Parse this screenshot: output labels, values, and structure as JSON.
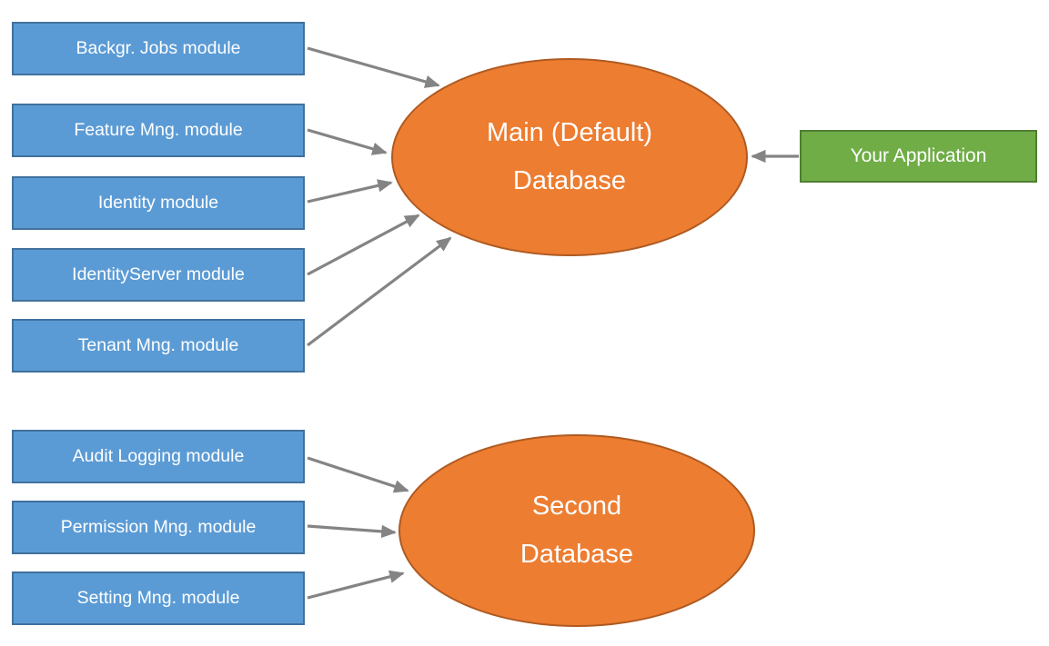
{
  "diagram": {
    "main_database": {
      "line1": "Main (Default)",
      "line2": "Database"
    },
    "second_database": {
      "line1": "Second",
      "line2": "Database"
    },
    "application": {
      "label": "Your Application"
    },
    "main_modules": [
      {
        "label": "Backgr. Jobs module"
      },
      {
        "label": "Feature Mng. module"
      },
      {
        "label": "Identity module"
      },
      {
        "label": "IdentityServer module"
      },
      {
        "label": "Tenant Mng. module"
      }
    ],
    "second_modules": [
      {
        "label": "Audit Logging module"
      },
      {
        "label": "Permission Mng. module"
      },
      {
        "label": "Setting Mng. module"
      }
    ],
    "connections": [
      {
        "from": "Backgr. Jobs module",
        "to": "Main (Default) Database"
      },
      {
        "from": "Feature Mng. module",
        "to": "Main (Default) Database"
      },
      {
        "from": "Identity module",
        "to": "Main (Default) Database"
      },
      {
        "from": "IdentityServer module",
        "to": "Main (Default) Database"
      },
      {
        "from": "Tenant Mng. module",
        "to": "Main (Default) Database"
      },
      {
        "from": "Your Application",
        "to": "Main (Default) Database"
      },
      {
        "from": "Audit Logging module",
        "to": "Second Database"
      },
      {
        "from": "Permission Mng. module",
        "to": "Second Database"
      },
      {
        "from": "Setting Mng. module",
        "to": "Second Database"
      }
    ],
    "colors": {
      "module_fill": "#5b9bd5",
      "module_border": "#41719c",
      "database_fill": "#ed7d31",
      "database_border": "#ae5a21",
      "application_fill": "#70ad47",
      "application_border": "#507e32",
      "arrow": "#848484",
      "text": "#ffffff",
      "background": "#ffffff"
    }
  }
}
